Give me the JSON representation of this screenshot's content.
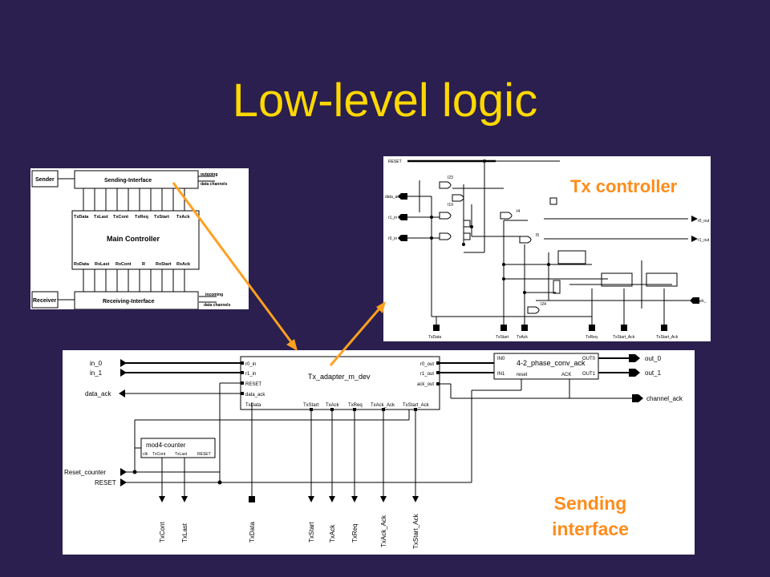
{
  "title": "Low-level logic",
  "block_diagram": {
    "sender": "Sender",
    "receiver": "Receiver",
    "sending_interface": "Sending-Interface",
    "receiving_interface": "Receiving-Interface",
    "main_controller": "Main Controller",
    "outgoing": [
      "outgoing",
      "data channels"
    ],
    "incoming": [
      "incoming",
      "data channels"
    ],
    "top_signals": [
      "TxData",
      "TxLast",
      "TxCont",
      "TxReq",
      "TxStart",
      "TxAck"
    ],
    "bottom_signals": [
      "RxData",
      "RxLast",
      "RxCont",
      "R",
      "RxStart",
      "RxAck"
    ]
  },
  "tx_controller": {
    "caption": "Tx controller",
    "inputs": [
      "RESET",
      "data_ack",
      "r1_in",
      "r0_in"
    ],
    "outputs": [
      "r0_out",
      "r1_out",
      "ack_"
    ],
    "bottom": [
      "TxData",
      "TxStart",
      "TxAck",
      "TxReq",
      "TxStart_Ack",
      "TxStart_Ack"
    ],
    "gates": [
      "I23",
      "I19",
      "I4",
      "I5",
      "I24"
    ]
  },
  "sending_interface": {
    "caption_line1": "Sending",
    "caption_line2": "interface",
    "left_ports": [
      "in_0",
      "in_1",
      "data_ack",
      "Reset_counter",
      "RESET"
    ],
    "adapter": {
      "name": "Tx_adapter_m_dev",
      "left_pins": [
        "r0_in",
        "r1_in",
        "RESET",
        "data_ack",
        "TxData"
      ],
      "right_pins": [
        "r0_out",
        "r1_out",
        "ack_out"
      ],
      "bottom_pins": [
        "TxStart",
        "TxAck",
        "TxReq",
        "TxAck_Ack",
        "TxStart_Ack"
      ]
    },
    "conv": {
      "name": "4-2_phase_conv_ack",
      "pins": [
        "IN0",
        "IN1",
        "OUT0",
        "OUT1",
        "reset",
        "ACK"
      ]
    },
    "counter": {
      "name": "mod4-counter",
      "pins": [
        "clk",
        "TxCont",
        "TxLast",
        "RESET"
      ]
    },
    "right_ports": [
      "out_0",
      "out_1",
      "channel_ack"
    ],
    "bottom_labels": [
      "TxCont",
      "TxLast",
      "TxData",
      "TxStart",
      "TxAck",
      "TxReq",
      "TxAck_Ack",
      "TxStart_Ack"
    ]
  }
}
